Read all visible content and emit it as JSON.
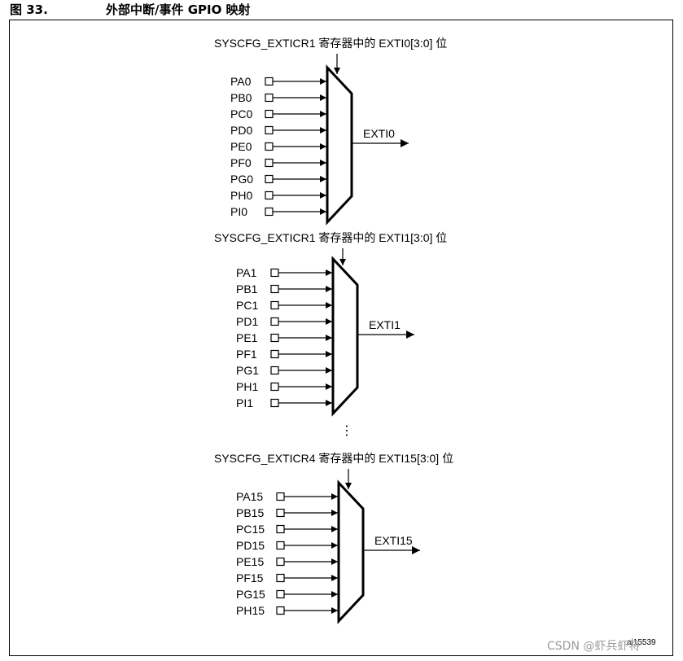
{
  "figure": {
    "number": "图 33.",
    "title": "外部中断/事件 GPIO 映射"
  },
  "groups": [
    {
      "header": "SYSCFG_EXTICR1 寄存器中的 EXTI0[3:0] 位",
      "output": "EXTI0",
      "inputs": [
        "PA0",
        "PB0",
        "PC0",
        "PD0",
        "PE0",
        "PF0",
        "PG0",
        "PH0",
        "PI0"
      ]
    },
    {
      "header": "SYSCFG_EXTICR1 寄存器中的 EXTI1[3:0] 位",
      "output": "EXTI1",
      "inputs": [
        "PA1",
        "PB1",
        "PC1",
        "PD1",
        "PE1",
        "PF1",
        "PG1",
        "PH1",
        "PI1"
      ]
    },
    {
      "header": "SYSCFG_EXTICR4 寄存器中的 EXTI15[3:0] 位",
      "output": "EXTI15",
      "inputs": [
        "PA15",
        "PB15",
        "PC15",
        "PD15",
        "PE15",
        "PF15",
        "PG15",
        "PH15"
      ]
    }
  ],
  "ellipsis": "⋮",
  "reference": "ai15539",
  "watermark": "CSDN @虾兵虾将"
}
